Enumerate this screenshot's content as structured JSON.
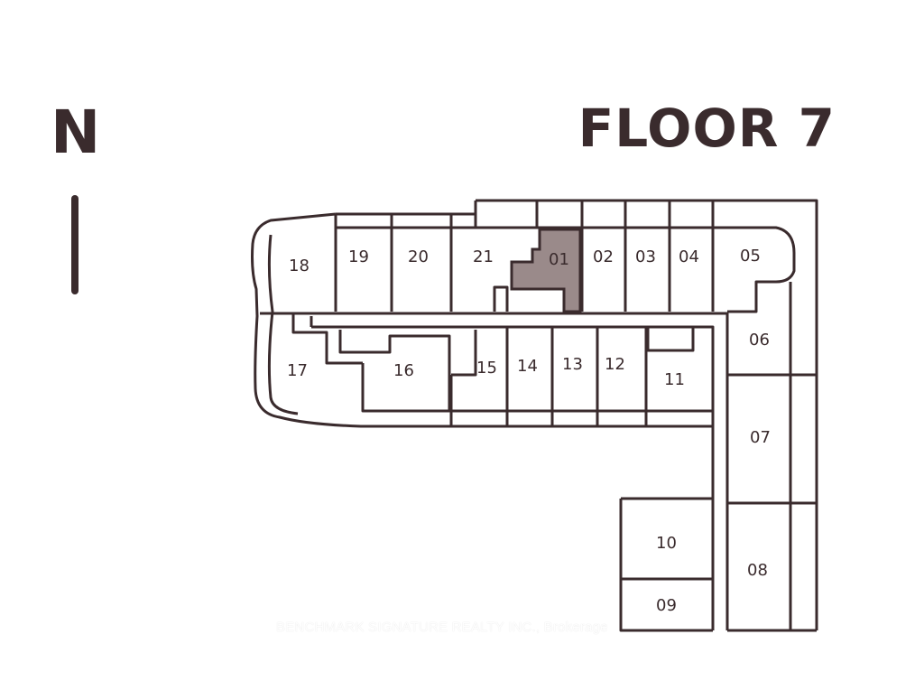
{
  "title": "FLOOR 7",
  "north_label": "N",
  "watermark": "BENCHMARK SIGNATURE REALTY INC., Brokerage",
  "colors": {
    "line": "#3a2b2d",
    "highlight": "#9a8a8a",
    "background": "#ffffff"
  },
  "highlighted_unit": "01",
  "units": [
    "01",
    "02",
    "03",
    "04",
    "05",
    "06",
    "07",
    "08",
    "09",
    "10",
    "11",
    "12",
    "13",
    "14",
    "15",
    "16",
    "17",
    "18",
    "19",
    "20",
    "21"
  ]
}
